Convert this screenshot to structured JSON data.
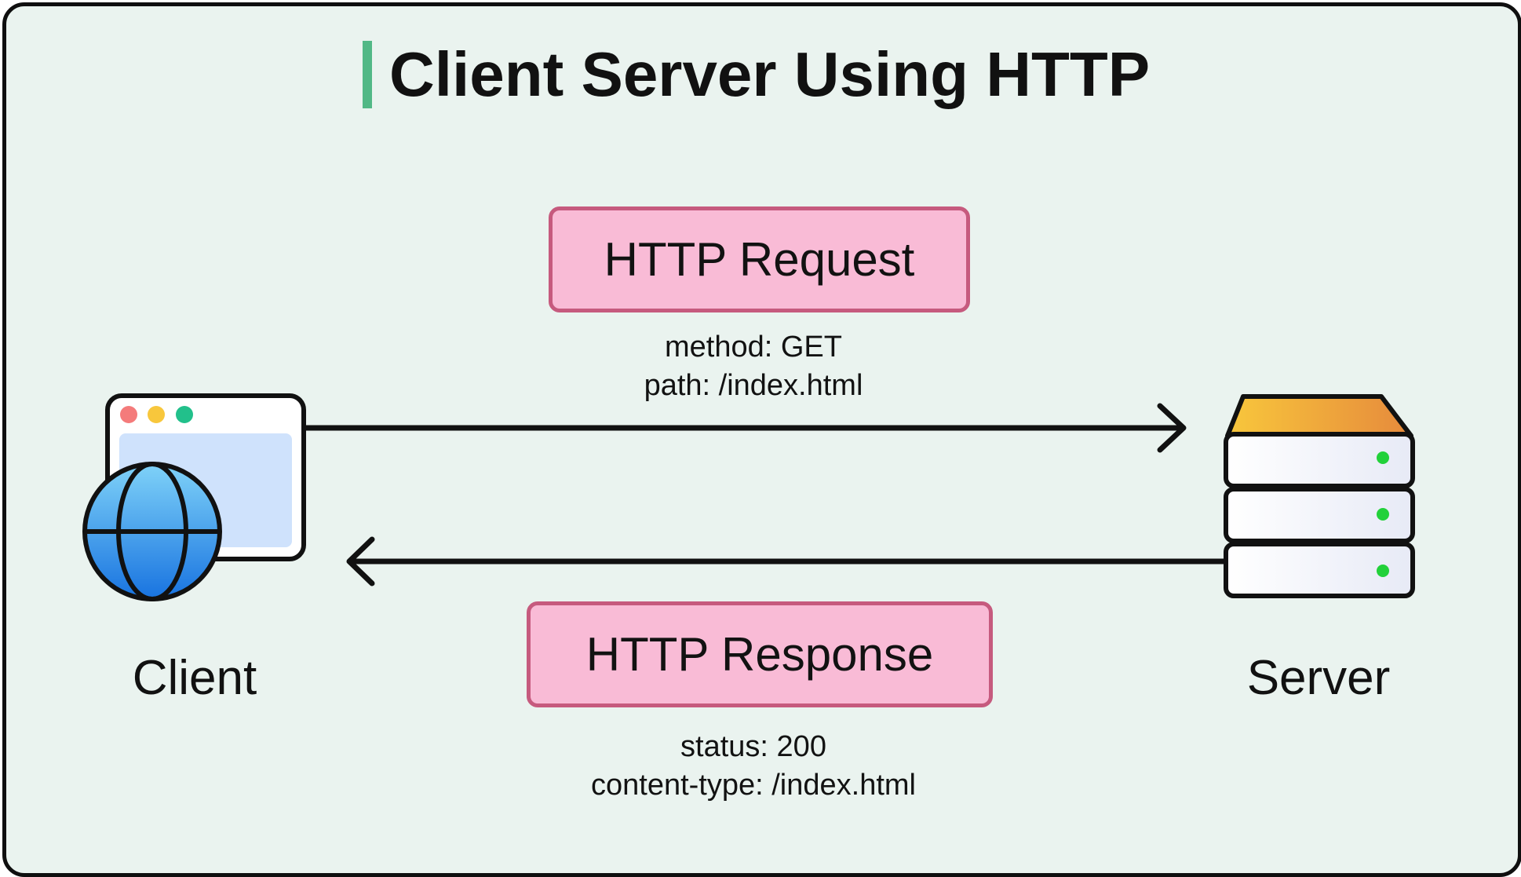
{
  "title": "Client Server Using HTTP",
  "request": {
    "label": "HTTP Request",
    "lines": [
      "method: GET",
      "path: /index.html"
    ]
  },
  "response": {
    "label": "HTTP Response",
    "lines": [
      "status: 200",
      "content-type: /index.html"
    ]
  },
  "client": {
    "label": "Client",
    "icon": "browser-globe-icon"
  },
  "server": {
    "label": "Server",
    "icon": "server-rack-icon"
  },
  "colors": {
    "background": "#eaf3ef",
    "accent": "#52b886",
    "pill_fill": "#f9bbd6",
    "pill_border": "#c65a7e",
    "status_led": "#22d13a"
  }
}
